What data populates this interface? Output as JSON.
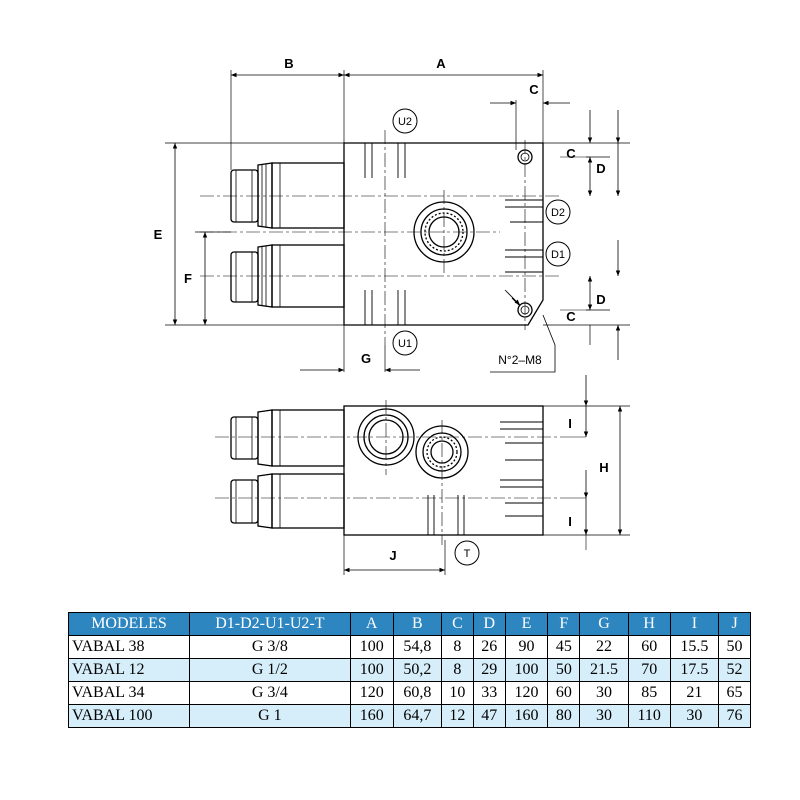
{
  "labels": {
    "dimensions": {
      "A": "A",
      "B": "B",
      "C": "C",
      "D": "D",
      "E": "E",
      "F": "F",
      "G": "G",
      "H": "H",
      "I": "I",
      "J": "J"
    },
    "ports": {
      "U1": "U1",
      "U2": "U2",
      "D1": "D1",
      "D2": "D2",
      "T": "T"
    },
    "note": "N°2–M8"
  },
  "table": {
    "headers": [
      "MODELES",
      "D1-D2-U1-U2-T",
      "A",
      "B",
      "C",
      "D",
      "E",
      "F",
      "G",
      "H",
      "I",
      "J"
    ],
    "rows": [
      [
        "VABAL 38",
        "G 3/8",
        "100",
        "54,8",
        "8",
        "26",
        "90",
        "45",
        "22",
        "60",
        "15.5",
        "50"
      ],
      [
        "VABAL 12",
        "G 1/2",
        "100",
        "50,2",
        "8",
        "29",
        "100",
        "50",
        "21.5",
        "70",
        "17.5",
        "52"
      ],
      [
        "VABAL 34",
        "G 3/4",
        "120",
        "60,8",
        "10",
        "33",
        "120",
        "60",
        "30",
        "85",
        "21",
        "65"
      ],
      [
        "VABAL 100",
        "G 1",
        "160",
        "64,7",
        "12",
        "47",
        "160",
        "80",
        "30",
        "110",
        "30",
        "76"
      ]
    ]
  },
  "colors": {
    "header_bg": "#2e86c1",
    "header_text": "#ffffff",
    "alt_row_bg": "#d6eefa",
    "line": "#000000"
  }
}
